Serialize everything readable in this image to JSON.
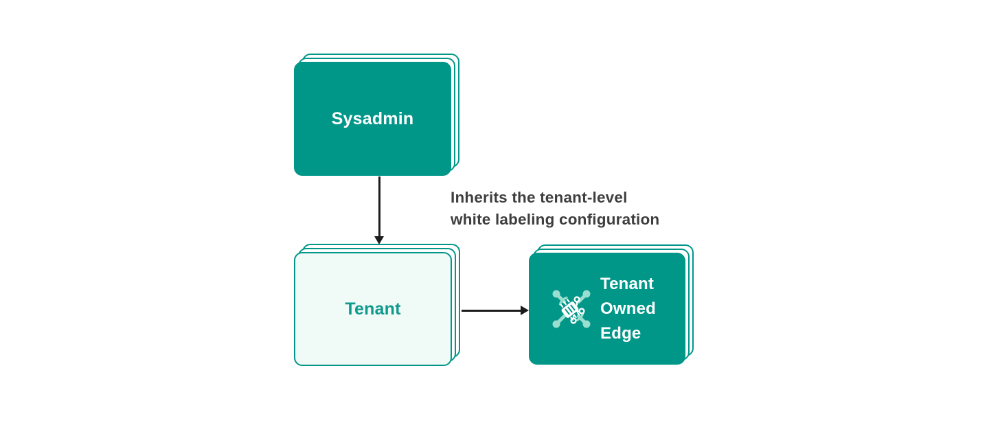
{
  "colors": {
    "teal": "#009688",
    "light_fill": "#f0fbf8",
    "tenant_text": "#0f9a8c",
    "annotation_text": "#3e3e3e",
    "arrow": "#1c1c1c",
    "icon_accent": "#99dfd0",
    "card_text": "#ffffff"
  },
  "diagram": {
    "nodes": [
      {
        "id": "sysadmin",
        "label": "Sysadmin",
        "style": "solid",
        "stacked": true
      },
      {
        "id": "tenant",
        "label": "Tenant",
        "style": "outline",
        "stacked": true
      },
      {
        "id": "tenant-owned-edge",
        "label": "Tenant Owned Edge",
        "style": "solid",
        "stacked": true,
        "icon": "edge-circuit-icon"
      }
    ],
    "edges": [
      {
        "from": "sysadmin",
        "to": "tenant",
        "direction": "down"
      },
      {
        "from": "tenant",
        "to": "tenant-owned-edge",
        "direction": "right"
      }
    ],
    "annotation": {
      "line1": "Inherits the tenant-level",
      "line2": "white labeling configuration"
    }
  }
}
